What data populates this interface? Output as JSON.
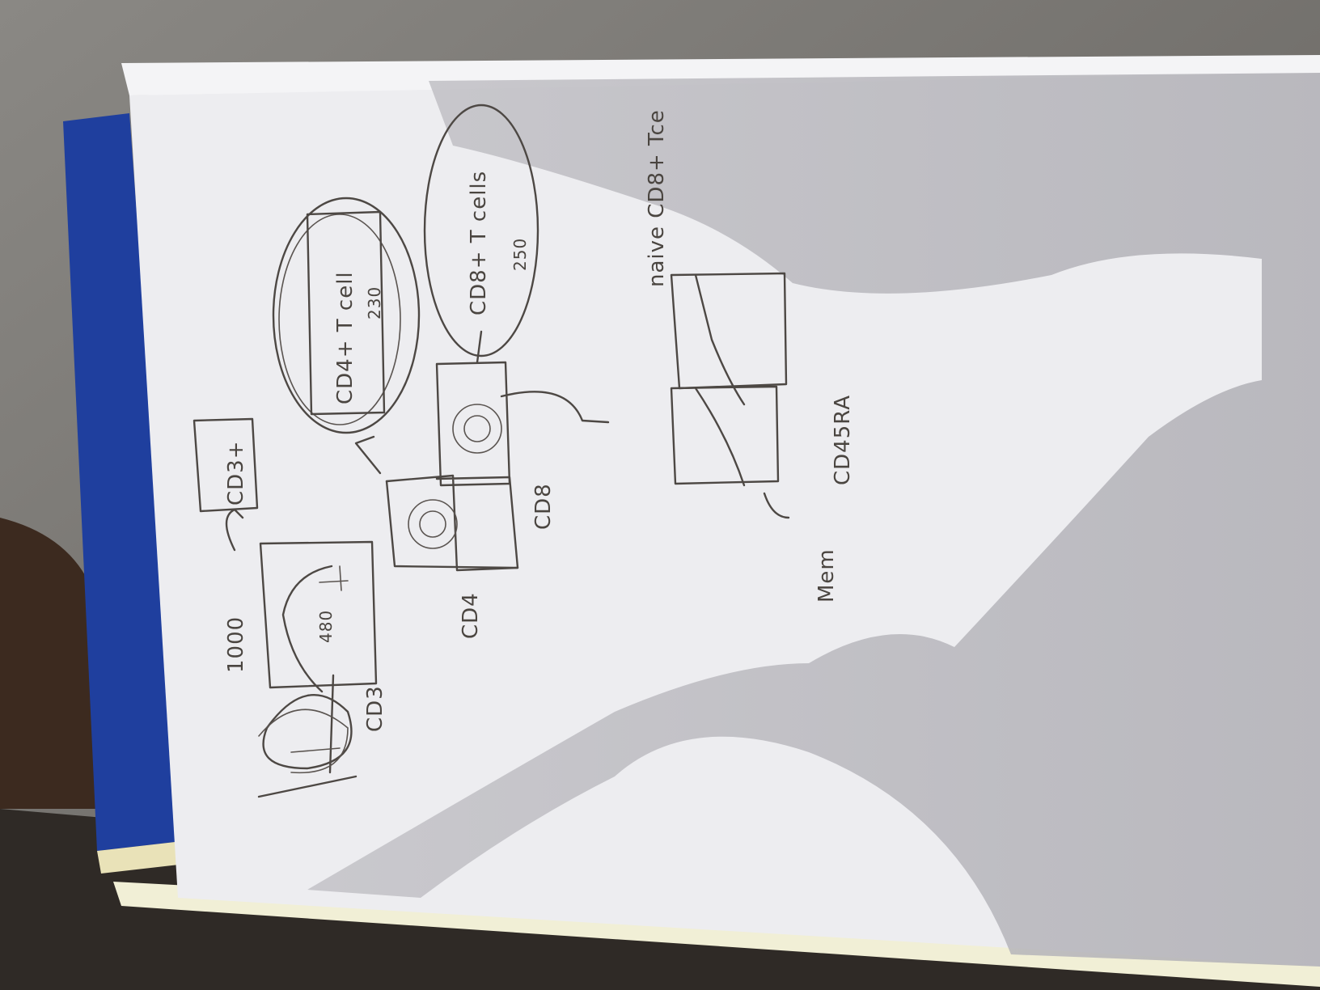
{
  "photo": {
    "colors": {
      "background": "#6f6c68",
      "binder": "#1f3f9e",
      "paper": "#ededf0",
      "shadow": "#b9b8bd",
      "ink": "#4d4844",
      "edge_pages": "#f1efd6"
    }
  },
  "sketch": {
    "label_1000": "1000",
    "label_cd3": "CD3",
    "label_480": "480",
    "label_cd3plus": "CD3+",
    "label_cd4": "CD4",
    "label_cd8": "CD8",
    "label_cd4_t_cell": "CD4+ T cell",
    "label_230": "230",
    "label_cd8_t_cells": "CD8+ T cells",
    "label_250": "250",
    "label_naive": "naive CD8+ Tce",
    "label_cd45ra": "CD45RA",
    "label_mem": "Mem"
  }
}
